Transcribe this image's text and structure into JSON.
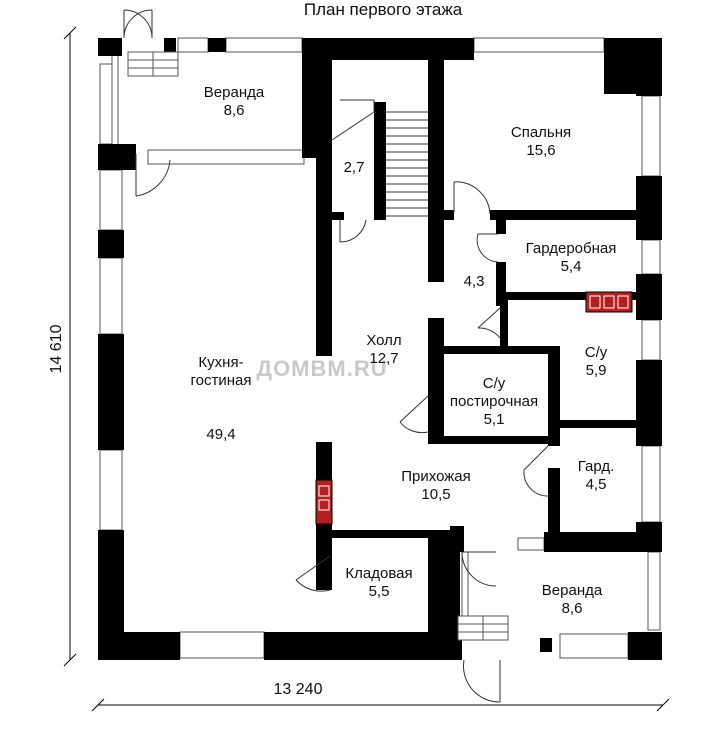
{
  "title": "План первого этажа",
  "dimensions": {
    "width": "13 240",
    "height": "14 610"
  },
  "watermark": "ДОМВМ.RU",
  "rooms": [
    {
      "id": "veranda-top",
      "name": "Веранда",
      "area": "8,6"
    },
    {
      "id": "stair",
      "name": "",
      "area": "2,7"
    },
    {
      "id": "bedroom",
      "name": "Спальня",
      "area": "15,6"
    },
    {
      "id": "wardrobe",
      "name": "Гардеробная",
      "area": "5,4"
    },
    {
      "id": "corridor",
      "name": "",
      "area": "4,3"
    },
    {
      "id": "hall",
      "name": "Холл",
      "area": "12,7"
    },
    {
      "id": "kitchen",
      "name": "Кухня-\nгостиная",
      "area": "49,4"
    },
    {
      "id": "bath-main",
      "name": "С/у",
      "area": "5,9"
    },
    {
      "id": "bath-guest",
      "name": "С/у\nпостирочная",
      "area": "5,1"
    },
    {
      "id": "entry",
      "name": "Прихожая",
      "area": "10,5"
    },
    {
      "id": "closet",
      "name": "Гард.",
      "area": "4,5"
    },
    {
      "id": "storage",
      "name": "Кладовая",
      "area": "5,5"
    },
    {
      "id": "veranda-bottom",
      "name": "Веранда",
      "area": "8,6"
    }
  ],
  "colors": {
    "wall": "#000000",
    "stove": "#b3201f",
    "watermark": "#c9c9c9"
  }
}
